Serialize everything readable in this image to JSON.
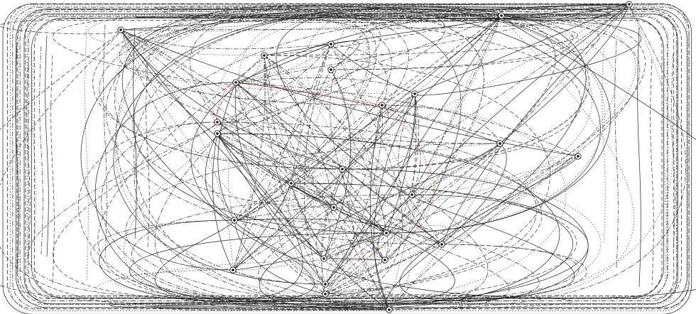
{
  "diagram": {
    "type": "network-graph",
    "node_shape": "small-circle-with-dot",
    "colors": {
      "edge": "#222222",
      "highlight_edge": "#d23a2a",
      "background": "#ffffff"
    },
    "edge_styles": [
      "solid",
      "dashed",
      "dotted",
      "dash-dot"
    ],
    "labels": []
  }
}
